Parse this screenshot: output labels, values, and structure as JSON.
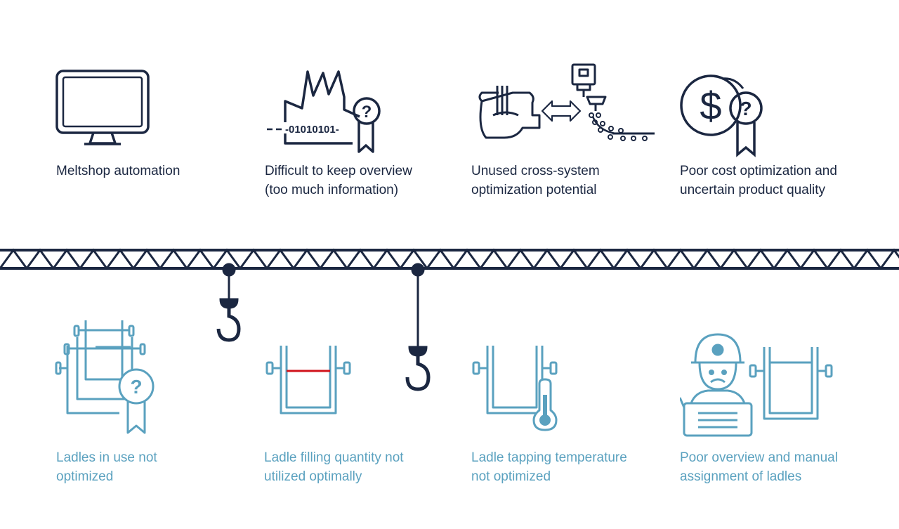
{
  "colors": {
    "navy": "#1b2741",
    "teal": "#5aa1bf",
    "red": "#d0131b"
  },
  "top_items": [
    {
      "icon": "monitor-icon",
      "line1": "Meltshop automation",
      "line2": ""
    },
    {
      "icon": "factory-binary-icon",
      "line1": "Difficult to keep overview",
      "line2": "(too much information)",
      "binary": "-01010101-"
    },
    {
      "icon": "furnace-caster-icon",
      "line1": "Unused cross-system",
      "line2": "optimization potential"
    },
    {
      "icon": "dollar-coin-icon",
      "line1": "Poor cost optimization and",
      "line2": "uncertain product quality",
      "currency": "$"
    }
  ],
  "bottom_items": [
    {
      "icon": "ladles-question-icon",
      "line1": "Ladles in use not",
      "line2": "optimized"
    },
    {
      "icon": "ladle-fill-line-icon",
      "line1": "Ladle filling quantity not",
      "line2": "utilized optimally"
    },
    {
      "icon": "ladle-thermometer-icon",
      "line1": "Ladle tapping temperature",
      "line2": "not optimized"
    },
    {
      "icon": "worker-ladle-icon",
      "line1": "Poor overview and manual",
      "line2": "assignment of ladles"
    }
  ],
  "badge_glyph": "?"
}
